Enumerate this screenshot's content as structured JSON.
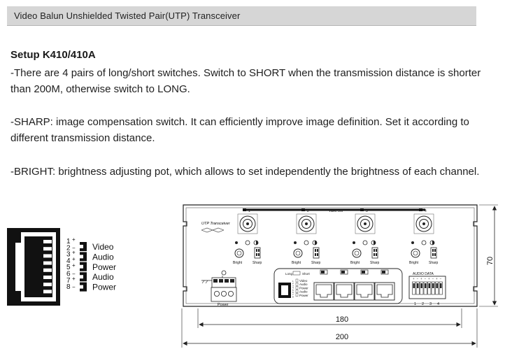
{
  "header": {
    "title": "Video Balun Unshielded Twisted Pair(UTP) Transceiver"
  },
  "section": {
    "heading": "Setup K410/410A",
    "paragraphs": [
      "-There are 4 pairs of long/short switches.  Switch to SHORT when the transmission distance is shorter than 200M, otherwise switch to LONG.",
      "-SHARP: image compensation switch. It can efficiently improve image definition. Set it according to different transmission distance.",
      "-BRIGHT: brightness adjusting pot, which allows to set independently the brightness of each channel."
    ]
  },
  "pinout": {
    "pins": [
      "1",
      "2",
      "3",
      "4",
      "5",
      "6",
      "7",
      "8"
    ],
    "polarity": [
      "+",
      "−",
      "+",
      "+",
      "+",
      "−",
      "+",
      "−"
    ],
    "signals": [
      "Video",
      "Audio",
      "Power",
      "Audio",
      "Power"
    ]
  },
  "device": {
    "panel_label": "UTP Transceiver",
    "video_out_label": "Video Out",
    "channels": [
      "1",
      "2",
      "3",
      "4"
    ],
    "bright_label": "Bright",
    "sharp_label": "Sharp",
    "power_label": "Power",
    "legend_long": "Long",
    "legend_short": "Short",
    "mini_pins": [
      "1",
      "2",
      "3",
      "4",
      "5",
      "6",
      "7",
      "8"
    ],
    "mini_signals": [
      "Video",
      "Audio",
      "Power",
      "Audio",
      "Power"
    ],
    "audio_data_label": "AUDIO DATA",
    "audio_polarity": [
      "+",
      "−",
      "+",
      "−",
      "+",
      "−",
      "+",
      "−"
    ],
    "audio_channels": [
      "1",
      "2",
      "3",
      "4"
    ]
  },
  "dimensions": {
    "height": "70",
    "inner_width": "180",
    "outer_width": "200"
  }
}
